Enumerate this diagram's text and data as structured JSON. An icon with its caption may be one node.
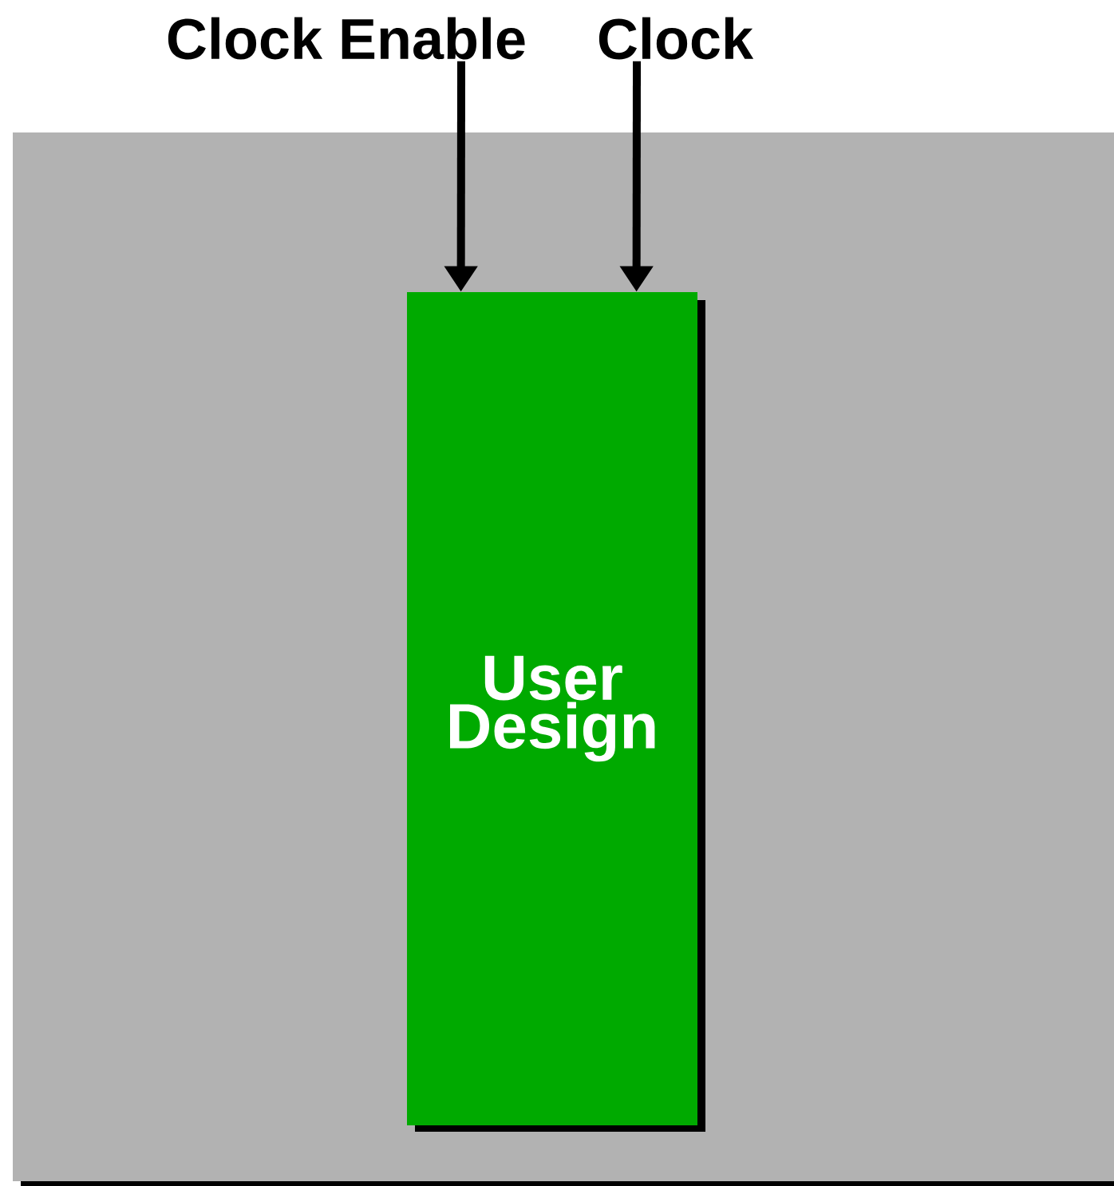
{
  "diagram": {
    "nodes": [
      {
        "text": [
          "Clock Enable"
        ]
      },
      {
        "text": [
          "Clock"
        ]
      },
      {
        "text": [],
        "shape": "box"
      },
      {
        "text": [
          "User Design"
        ],
        "in": 2
      }
    ],
    "edges": [
      {
        "from": 0,
        "to": 3,
        "arrow": "to"
      },
      {
        "from": 1,
        "to": 3,
        "arrow": "to"
      }
    ]
  }
}
